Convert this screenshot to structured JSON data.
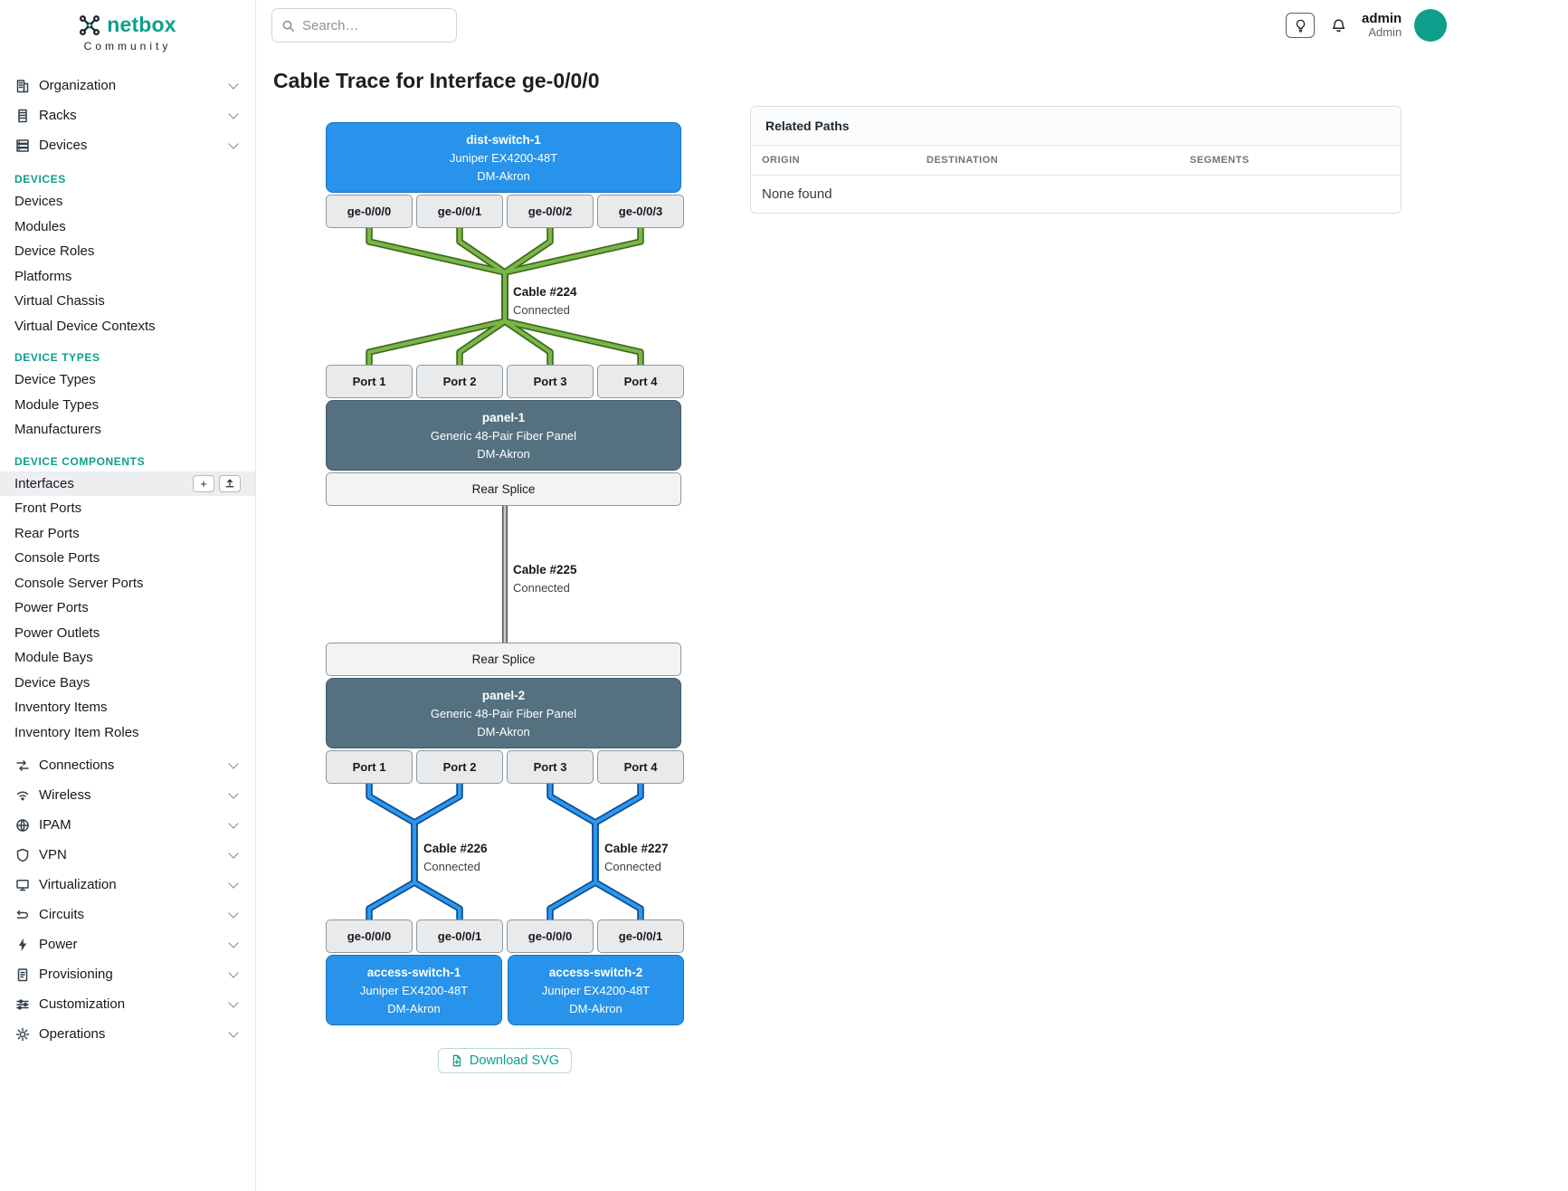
{
  "brand": {
    "name": "netbox",
    "subtitle": "Community"
  },
  "topbar": {
    "search_placeholder": "Search…",
    "user_name": "admin",
    "user_role": "Admin"
  },
  "sidebar": {
    "groups_top": [
      {
        "label": "Organization",
        "icon": "organization-icon"
      },
      {
        "label": "Racks",
        "icon": "racks-icon"
      },
      {
        "label": "Devices",
        "icon": "devices-icon"
      }
    ],
    "sections": [
      {
        "title": "DEVICES",
        "items": [
          "Devices",
          "Modules",
          "Device Roles",
          "Platforms",
          "Virtual Chassis",
          "Virtual Device Contexts"
        ]
      },
      {
        "title": "DEVICE TYPES",
        "items": [
          "Device Types",
          "Module Types",
          "Manufacturers"
        ]
      },
      {
        "title": "DEVICE COMPONENTS",
        "items": [
          "Interfaces",
          "Front Ports",
          "Rear Ports",
          "Console Ports",
          "Console Server Ports",
          "Power Ports",
          "Power Outlets",
          "Module Bays",
          "Device Bays",
          "Inventory Items",
          "Inventory Item Roles"
        ]
      }
    ],
    "active_item": "Interfaces",
    "groups_bottom": [
      {
        "label": "Connections",
        "icon": "connections-icon"
      },
      {
        "label": "Wireless",
        "icon": "wireless-icon"
      },
      {
        "label": "IPAM",
        "icon": "ipam-icon"
      },
      {
        "label": "VPN",
        "icon": "vpn-icon"
      },
      {
        "label": "Virtualization",
        "icon": "virtualization-icon"
      },
      {
        "label": "Circuits",
        "icon": "circuits-icon"
      },
      {
        "label": "Power",
        "icon": "power-icon"
      },
      {
        "label": "Provisioning",
        "icon": "provisioning-icon"
      },
      {
        "label": "Customization",
        "icon": "customization-icon"
      },
      {
        "label": "Operations",
        "icon": "operations-icon"
      }
    ]
  },
  "page": {
    "title": "Cable Trace for Interface ge-0/0/0",
    "download_label": "Download SVG"
  },
  "related_paths": {
    "title": "Related Paths",
    "columns": [
      "ORIGIN",
      "DESTINATION",
      "SEGMENTS"
    ],
    "empty": "None found"
  },
  "trace": {
    "top_device": {
      "name": "dist-switch-1",
      "model": "Juniper EX4200-48T",
      "site": "DM-Akron"
    },
    "top_interfaces": [
      "ge-0/0/0",
      "ge-0/0/1",
      "ge-0/0/2",
      "ge-0/0/3"
    ],
    "panel1": {
      "name": "panel-1",
      "model": "Generic 48-Pair Fiber Panel",
      "site": "DM-Akron",
      "rear": "Rear Splice",
      "ports": [
        "Port 1",
        "Port 2",
        "Port 3",
        "Port 4"
      ]
    },
    "panel2": {
      "name": "panel-2",
      "model": "Generic 48-Pair Fiber Panel",
      "site": "DM-Akron",
      "rear": "Rear Splice",
      "ports": [
        "Port 1",
        "Port 2",
        "Port 3",
        "Port 4"
      ]
    },
    "cables": [
      {
        "name": "Cable #224",
        "status": "Connected"
      },
      {
        "name": "Cable #225",
        "status": "Connected"
      },
      {
        "name": "Cable #226",
        "status": "Connected"
      },
      {
        "name": "Cable #227",
        "status": "Connected"
      }
    ],
    "bottom_interfaces": [
      "ge-0/0/0",
      "ge-0/0/1",
      "ge-0/0/0",
      "ge-0/0/1"
    ],
    "bottom_devices": [
      {
        "name": "access-switch-1",
        "model": "Juniper EX4200-48T",
        "site": "DM-Akron"
      },
      {
        "name": "access-switch-2",
        "model": "Juniper EX4200-48T",
        "site": "DM-Akron"
      }
    ]
  },
  "colors": {
    "accent_teal": "#0e9e8c",
    "device_blue": "#2793ea",
    "panel_slate": "#557180",
    "cable_green": "#7ab648",
    "cable_blue": "#2b98f0",
    "cable_gray": "#c9c9c9"
  }
}
